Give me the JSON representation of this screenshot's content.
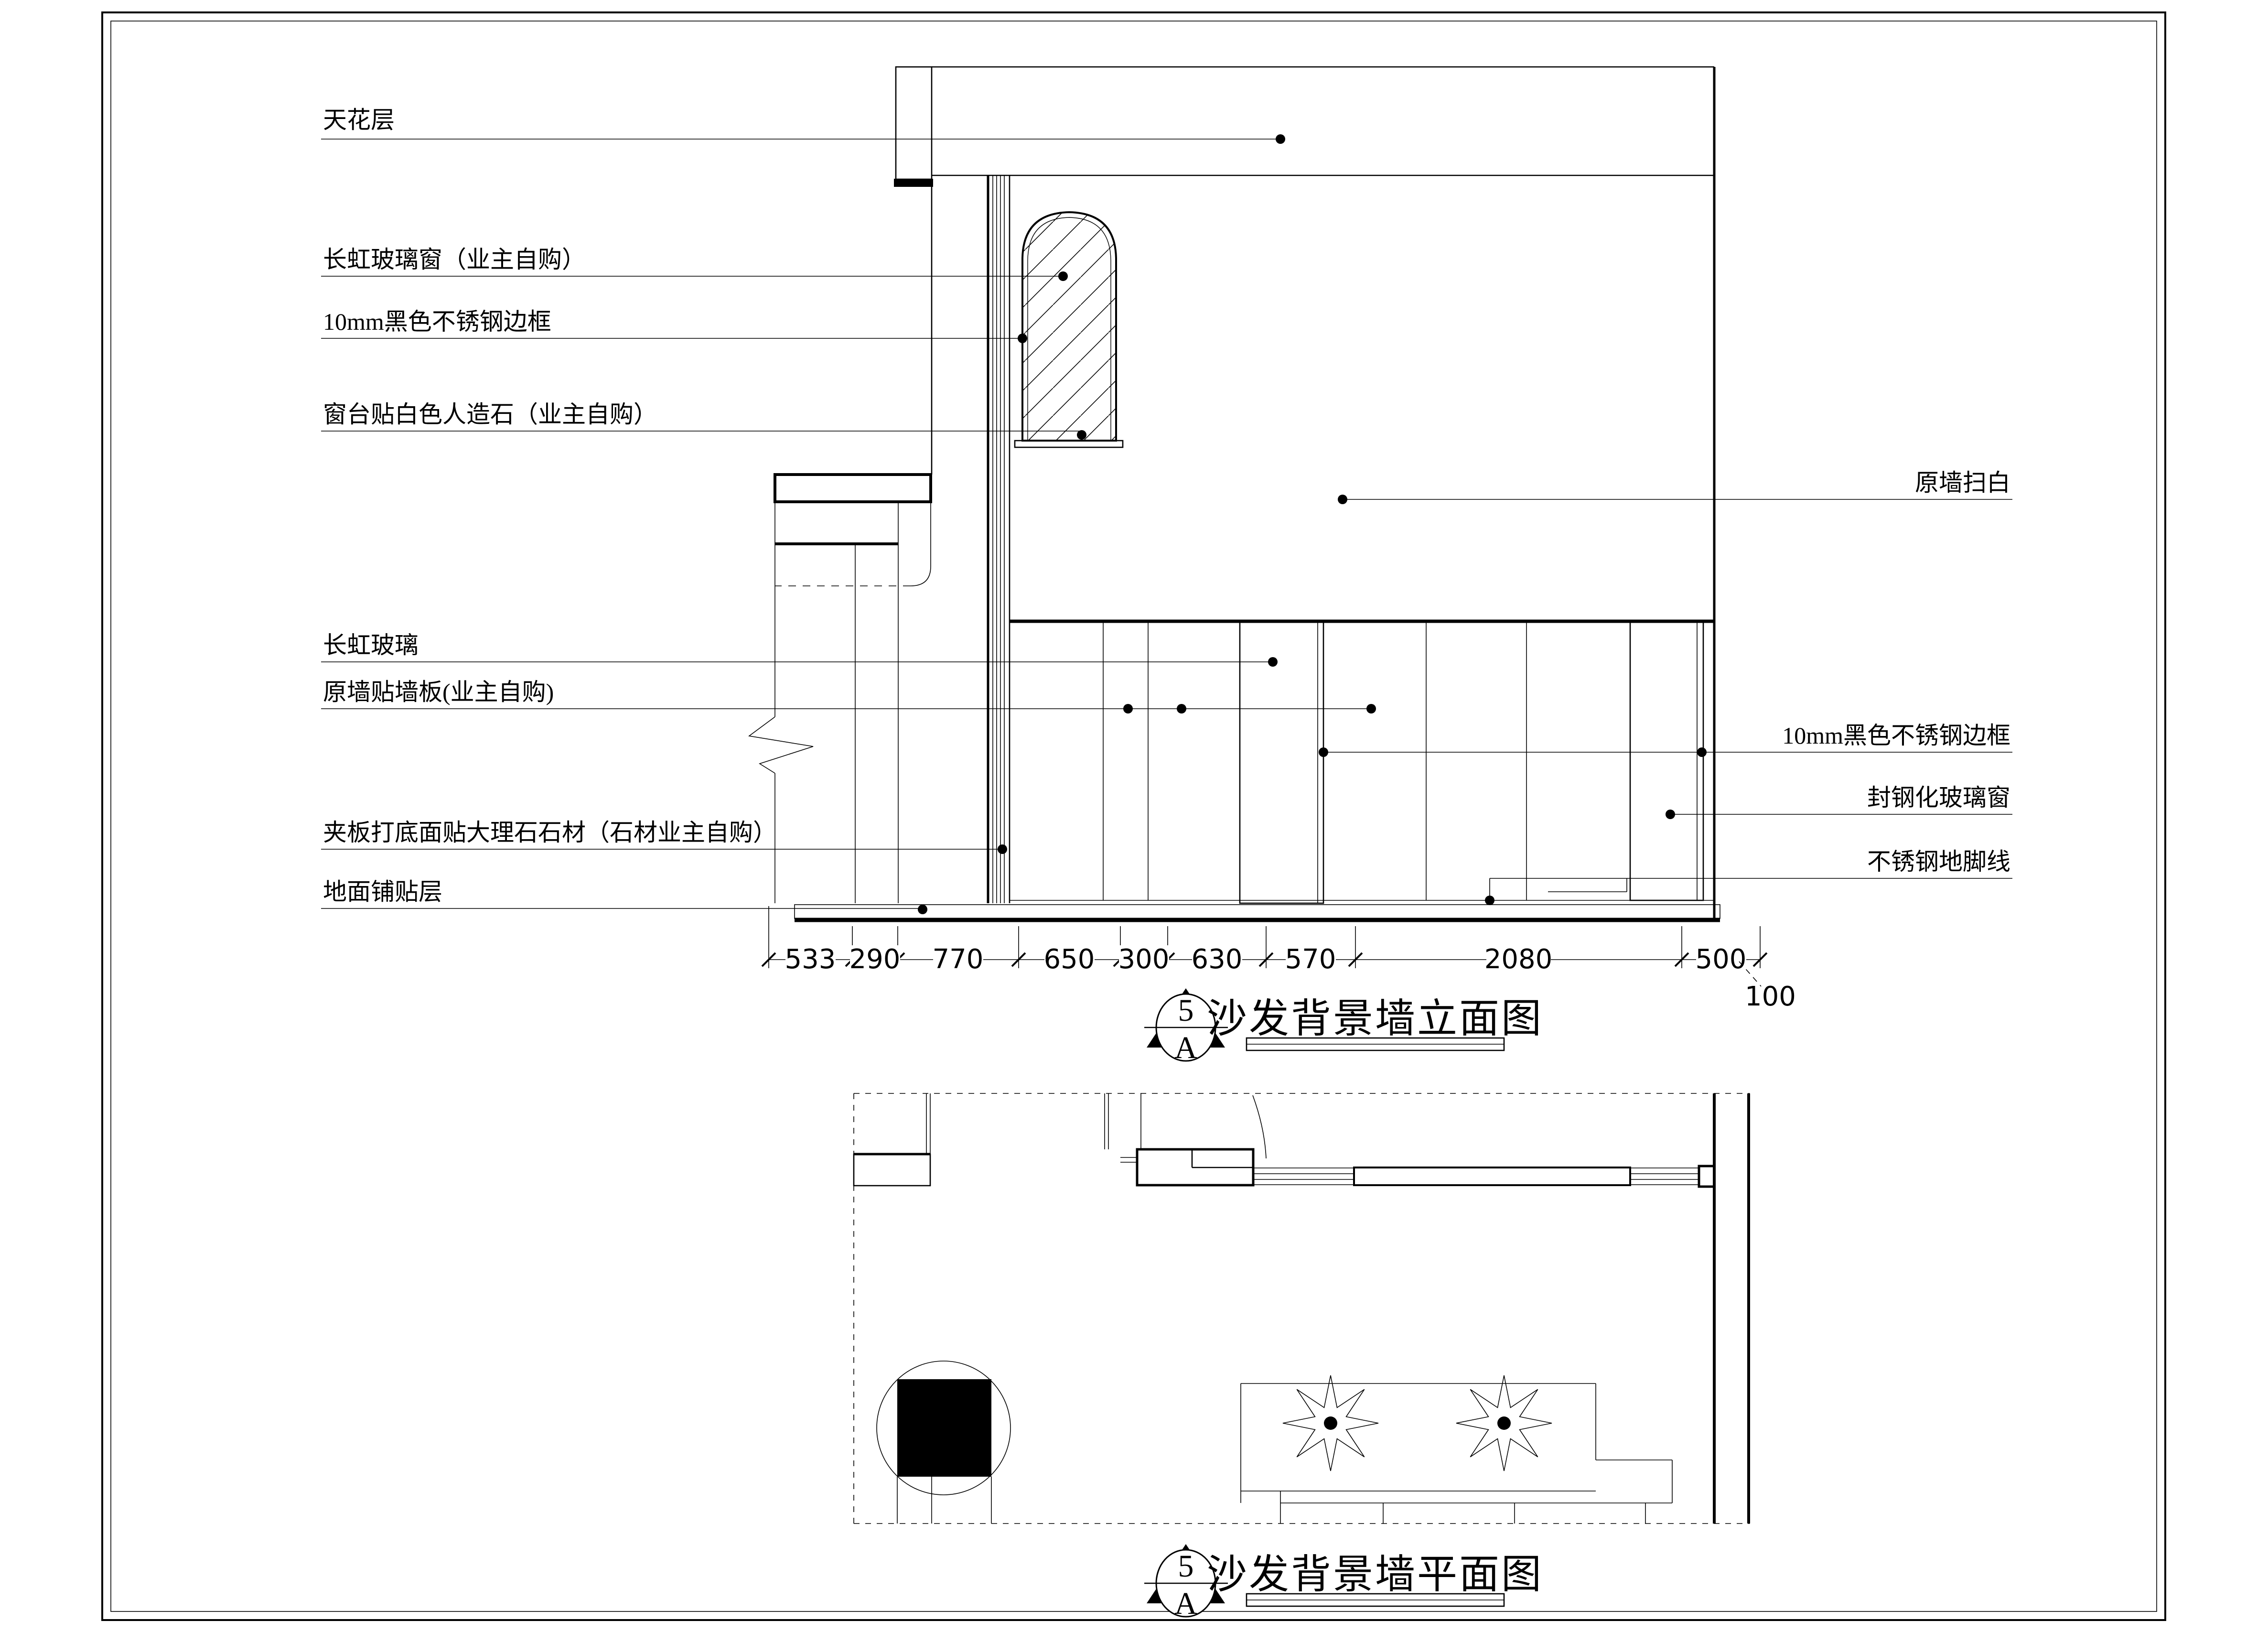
{
  "sheet": {
    "background": "#ffffff",
    "line_color": "#000000"
  },
  "elevation": {
    "title": "沙发背景墙立面图",
    "symbol": {
      "number": "5",
      "letter": "A"
    },
    "labels_left": [
      {
        "id": "ceiling-layer",
        "text": "天花层"
      },
      {
        "id": "changhong-glass-window",
        "text": "长虹玻璃窗（业主自购）"
      },
      {
        "id": "black-steel-frame",
        "text": "10mm黑色不锈钢边框"
      },
      {
        "id": "windowsill-artificial-stone",
        "text": "窗台贴白色人造石（业主自购）"
      },
      {
        "id": "changhong-glass",
        "text": "长虹玻璃"
      },
      {
        "id": "wall-board",
        "text": "原墙贴墙板(业主自购)"
      },
      {
        "id": "plywood-marble",
        "text": "夹板打底面贴大理石石材（石材业主自购）"
      },
      {
        "id": "floor-finish-layer",
        "text": "地面铺贴层"
      }
    ],
    "labels_right": [
      {
        "id": "original-wall-white",
        "text": "原墙扫白"
      },
      {
        "id": "black-steel-frame-2",
        "text": "10mm黑色不锈钢边框"
      },
      {
        "id": "sealed-tempered-glass-window",
        "text": "封钢化玻璃窗"
      },
      {
        "id": "stainless-skirting",
        "text": "不锈钢地脚线"
      }
    ],
    "dimensions": {
      "segments": [
        533,
        290,
        770,
        650,
        300,
        630,
        570,
        2080,
        500
      ],
      "offset_label": "100"
    }
  },
  "plan": {
    "title": "沙发背景墙平面图",
    "symbol": {
      "number": "5",
      "letter": "A"
    }
  }
}
